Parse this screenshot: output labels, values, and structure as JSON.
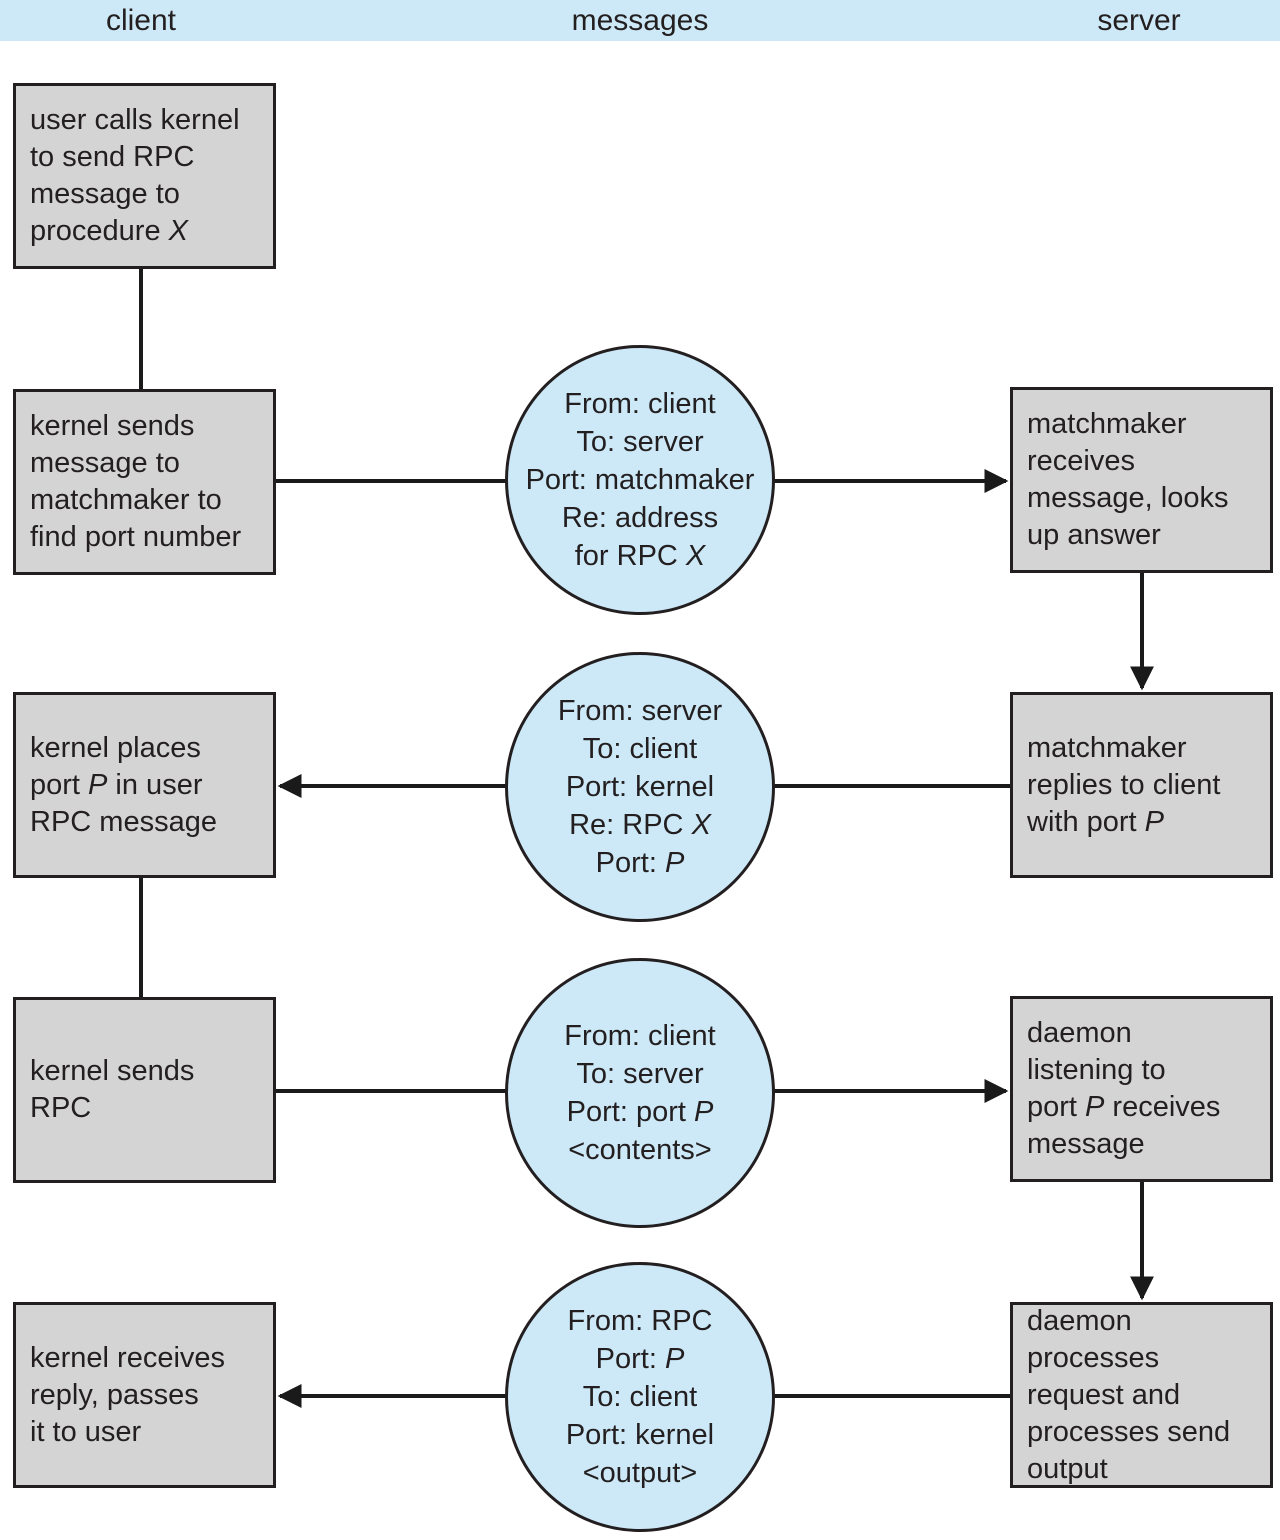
{
  "header": {
    "columns": [
      {
        "label": "client"
      },
      {
        "label": "messages"
      },
      {
        "label": "server"
      }
    ]
  },
  "client_steps": [
    {
      "text": "user calls kernel\nto send RPC\nmessage to\nprocedure *X*"
    },
    {
      "text": "kernel sends\nmessage to\nmatchmaker to\nfind port number"
    },
    {
      "text": "kernel places\nport *P* in user\nRPC message"
    },
    {
      "text": "kernel sends\nRPC"
    },
    {
      "text": "kernel receives\nreply, passes\nit to user"
    }
  ],
  "messages": [
    {
      "text": "From: client\nTo: server\nPort: matchmaker\nRe: address\nfor RPC *X*"
    },
    {
      "text": "From: server\nTo: client\nPort: kernel\nRe: RPC *X*\nPort: *P*"
    },
    {
      "text": "From: client\nTo: server\nPort: port *P*\n<contents>"
    },
    {
      "text": "From: RPC\nPort: *P*\nTo: client\nPort: kernel\n<output>"
    }
  ],
  "server_steps": [
    {
      "text": "matchmaker\nreceives\nmessage, looks\nup answer"
    },
    {
      "text": "matchmaker\nreplies to client\nwith port *P*"
    },
    {
      "text": "daemon\nlistening to\nport *P* receives\nmessage"
    },
    {
      "text": "daemon\nprocesses\nrequest and\nprocesses send\noutput"
    }
  ],
  "colors": {
    "band-blue": "#cde9f7",
    "circle-blue": "#cde9f7",
    "box-gray": "#d4d4d4",
    "line-black": "#1a1a1a",
    "text-black": "#231f20"
  }
}
